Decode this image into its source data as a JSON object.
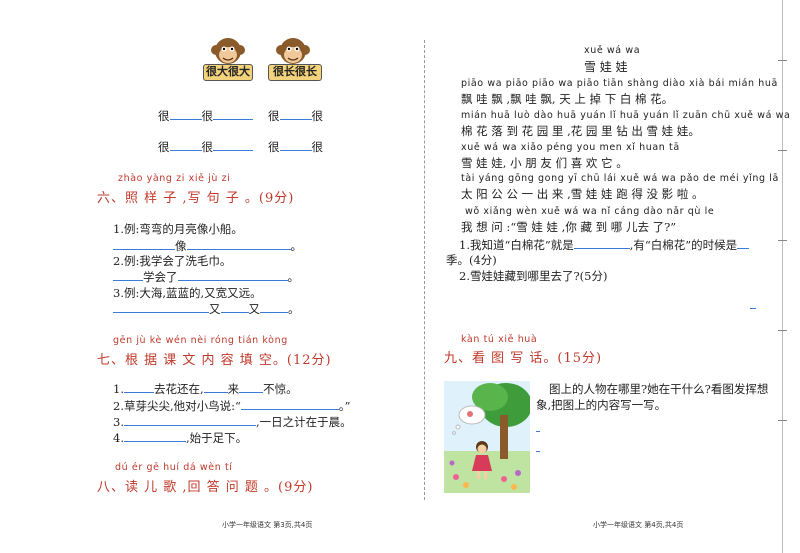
{
  "left": {
    "tags": [
      "很大很大",
      "很长很长"
    ],
    "fill_rows": [
      {
        "left": [
          "很",
          "很"
        ],
        "right": [
          "很",
          "很"
        ]
      },
      {
        "left": [
          "很",
          "很"
        ],
        "right": [
          "很",
          "很"
        ]
      }
    ],
    "sec6": {
      "pinyin": "zhào yàng zi   xiě jù zi",
      "title": "六、照   样 子 ,写 句 子 。(9分)",
      "ex1": "1.例:弯弯的月亮像小船。",
      "ex1_fill": "像",
      "ex2": "2.例:我学会了洗毛巾。",
      "ex2_fill": "学会了",
      "ex3": "3.例:大海,蓝蓝的,又宽又远。",
      "ex3_fill": [
        "又",
        "又"
      ]
    },
    "sec7": {
      "pinyin": "gēn jù   kè wén nèi róng tián kòng",
      "title": "七、根 据 课 文 内 容   填  空。(12分)",
      "q1": [
        "1.",
        "去花还在,",
        "来",
        "不惊。"
      ],
      "q2": [
        "2.草芽尖尖,他对小鸟说:“",
        "。”"
      ],
      "q3": [
        "3.",
        ",一日之计在于晨。"
      ],
      "q4": [
        "4.",
        ",始于足下。"
      ]
    },
    "sec8": {
      "pinyin": "dú ér gē huí dá wèn tí",
      "title": "八、读 儿 歌 ,回 答 问 题 。(9分)"
    },
    "footer": "小学一年级语文   第3页,共4页"
  },
  "right": {
    "poem": {
      "title_pinyin": "xuě wá wa",
      "title": "雪  娃  娃",
      "lines": [
        {
          "py": "piāo wa piāo piāo wa piāo tiān shàng diào xià bái mián huā",
          "hz": "飘  哇  飘 ,飘  哇  飘,  天    上    掉    下 白  棉   花。"
        },
        {
          "py": "mián huā luò dào huā yuán lǐ   huā yuán lǐ zuān chū xuě wá wa",
          "hz": "棉  花 落 到 花  园  里 ,花  园  里 钻  出 雪 娃 娃。"
        },
        {
          "py": "xuě wá wa xiǎo péng you men xǐ huan tā",
          "hz": "雪  娃 娃,  小    朋     友 们  喜  欢  它 。"
        },
        {
          "py": "tài yáng gōng gong yī chū lái xuě wá wa pǎo de méi yǐng lā",
          "hz": "太   阳  公  公 一   出  来 ,雪 娃 娃 跑 得 没 影 啦 。"
        },
        {
          "py": "wǒ xiǎng wèn   xuě wá wa  nǐ cáng dào nǎr   qù le",
          "hz": "我  想   问 :“雪 娃 娃 ,你   藏   到  哪 儿去 了?”"
        }
      ],
      "q1_a": "1.我知道“白棉花”就是",
      "q1_b": ",有“白棉花”的时候是",
      "q1_c": "季。(4分)",
      "q2": "2.雪娃娃藏到哪里去了?(5分)"
    },
    "sec9": {
      "pinyin": "kàn tú xiě huà",
      "title": "九、看 图 写 话。(15分)",
      "prompt_line1": "图上的人物在哪里?她在干什么?看图发挥想",
      "prompt_line2": "象,把图上的内容写一写。"
    },
    "footer": "小学一年级语文   第4页,共4页"
  },
  "colors": {
    "accent_red": "#c0392b",
    "blank_line": "#3a7bd5",
    "tag_bg": "#f2d27a"
  },
  "icons": [
    "monkey-icon",
    "monkey-icon",
    "girl-dreaming-illustration"
  ]
}
